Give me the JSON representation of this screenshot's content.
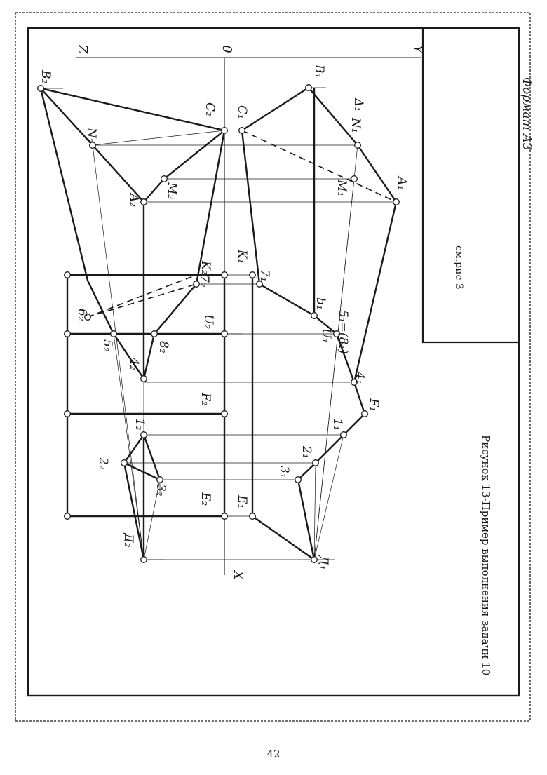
{
  "axes": {
    "z": "Z",
    "origin": "0",
    "y": "Y",
    "x": "X"
  },
  "frontal_points": [
    {
      "id": "B2",
      "text": "B₂"
    },
    {
      "id": "C2",
      "text": "C₂"
    },
    {
      "id": "N2",
      "text": "N₂"
    },
    {
      "id": "M2",
      "text": "M₂"
    },
    {
      "id": "A2",
      "text": "A₂"
    },
    {
      "id": "K2",
      "text": "K₂"
    },
    {
      "id": "T2",
      "text": "7₂"
    },
    {
      "id": "G2",
      "text": "6₂"
    },
    {
      "id": "S2",
      "text": "5₂"
    },
    {
      "id": "U2",
      "text": "U₂"
    },
    {
      "id": "E82",
      "text": "8₂"
    },
    {
      "id": "F42",
      "text": "4₂"
    },
    {
      "id": "F2",
      "text": "F₂"
    },
    {
      "id": "P12",
      "text": "1₂"
    },
    {
      "id": "P22",
      "text": "2₂"
    },
    {
      "id": "P32",
      "text": "3₂"
    },
    {
      "id": "E2",
      "text": "E₂"
    },
    {
      "id": "D2",
      "text": "Д₂"
    }
  ],
  "horizontal_points": [
    {
      "id": "B1",
      "text": "B₁"
    },
    {
      "id": "C1",
      "text": "C₁"
    },
    {
      "id": "N1",
      "text": "N₁"
    },
    {
      "id": "D1sub",
      "text": "Δ₁"
    },
    {
      "id": "M1",
      "text": "M₁"
    },
    {
      "id": "A1",
      "text": "A₁"
    },
    {
      "id": "K1",
      "text": "K₁"
    },
    {
      "id": "T1",
      "text": "7₁"
    },
    {
      "id": "b1",
      "text": "b₁"
    },
    {
      "id": "U1",
      "text": "U₁"
    },
    {
      "id": "S1",
      "text": "5₁=(8₁)"
    },
    {
      "id": "F41",
      "text": "4₁"
    },
    {
      "id": "F1",
      "text": "F₁"
    },
    {
      "id": "P11",
      "text": "1₁"
    },
    {
      "id": "P21",
      "text": "2₁"
    },
    {
      "id": "P31",
      "text": "3₁"
    },
    {
      "id": "E1",
      "text": "E₁"
    },
    {
      "id": "D1",
      "text": "Д₁"
    }
  ],
  "reference_note": "см.рис 3",
  "format_label": "Формат А3",
  "caption": "Рисунок 13-Пример выполнения задачи 10",
  "page_number": "42",
  "colors": {
    "ink": "#1a1a1a",
    "paper": "#ffffff"
  }
}
